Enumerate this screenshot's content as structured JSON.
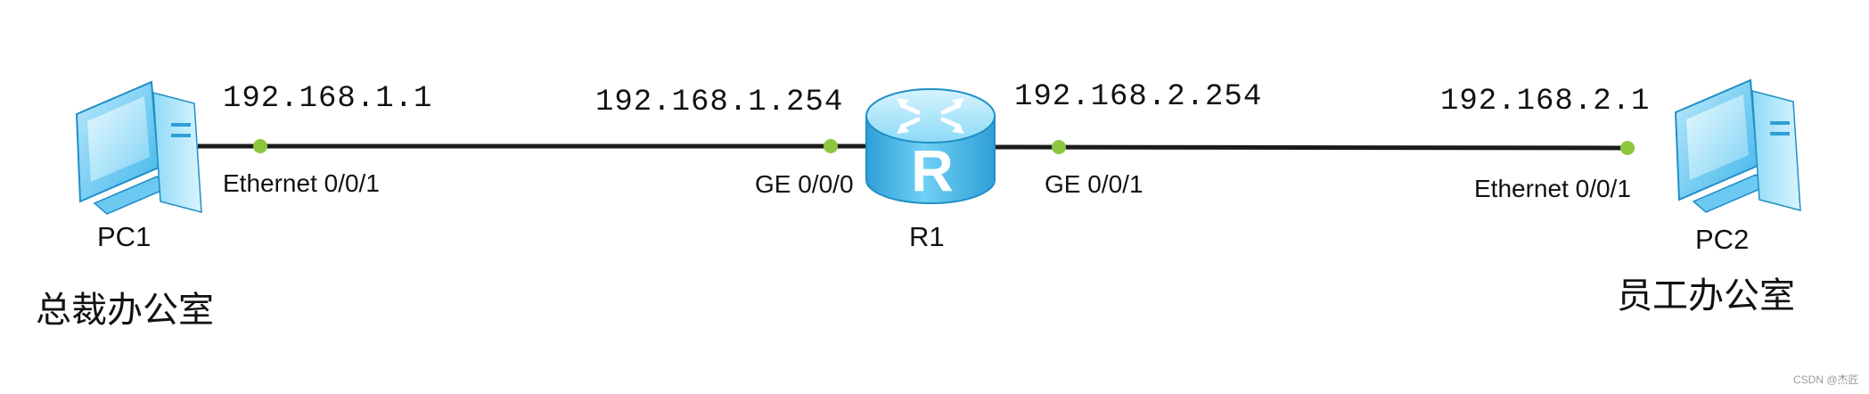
{
  "devices": {
    "pc1": {
      "name": "PC1",
      "location": "总裁办公室",
      "icon": "pc-icon"
    },
    "r1": {
      "name": "R1",
      "router_symbol": "R",
      "icon": "router-icon"
    },
    "pc2": {
      "name": "PC2",
      "location": "员工办公室",
      "icon": "pc-icon"
    }
  },
  "links": [
    {
      "a_ip": "192.168.1.1",
      "a_port": "Ethernet 0/0/1",
      "b_ip": "192.168.1.254",
      "b_port": "GE 0/0/0"
    },
    {
      "a_ip": "192.168.2.254",
      "a_port": "GE 0/0/1",
      "b_ip": "192.168.2.1",
      "b_port": "Ethernet 0/0/1"
    }
  ],
  "watermark": "CSDN @杰匠",
  "colors": {
    "port_dot": "#8dc63f",
    "link": "#1a1a1a",
    "pc_blue": "#3fb5ea",
    "router_blue": "#5ac3f0"
  }
}
